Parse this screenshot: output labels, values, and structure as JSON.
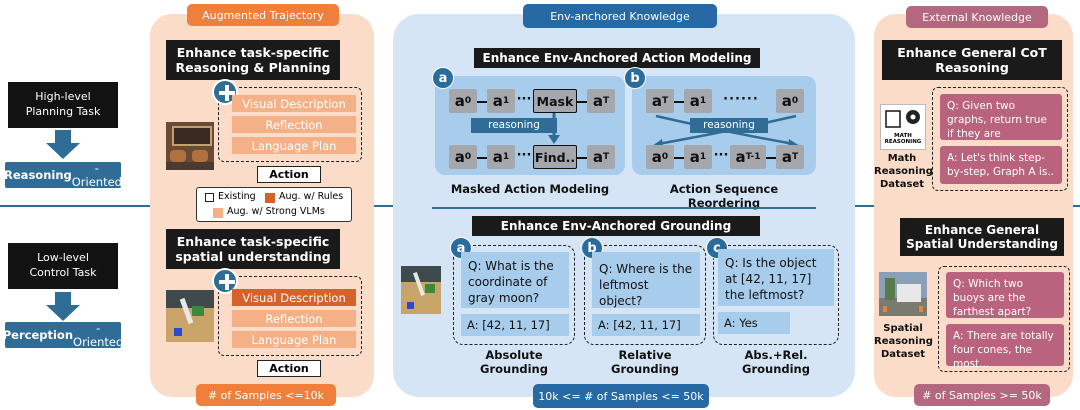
{
  "colors": {
    "orange_header": "#ef7f3b",
    "orange_panel": "#fbdcc8",
    "blue_header": "#2669a5",
    "blue_panel": "#d5e5f5",
    "pink_header": "#b4687f",
    "pink_panel": "#fbdcc8",
    "left_blue": "#2f6d96",
    "divider": "#2f6d96"
  },
  "left": {
    "high_task": "High-level\nPlanning Task",
    "reasoning_bold": "Reasoning",
    "reasoning_rest": "-Oriented",
    "low_task": "Low-level\nControl Task",
    "perception_bold": "Perception",
    "perception_rest": "-Oriented"
  },
  "augmented": {
    "header": "Augmented Trajectory",
    "box1_title": "Enhance task-specific\nReasoning & Planning",
    "box1_items": [
      "Visual Description",
      "Reflection",
      "Language Plan"
    ],
    "box1_action": "Action",
    "legend": {
      "existing": "Existing",
      "rules": "Aug. w/ Rules",
      "vlms": "Aug. w/ Strong VLMs"
    },
    "box2_title": "Enhance task-specific\nspatial understanding",
    "box2_items": [
      "Visual Description",
      "Reflection",
      "Language Plan"
    ],
    "box2_action": "Action",
    "samples": "# of Samples  <=10k",
    "plus_icon": "plus-icon"
  },
  "env": {
    "header": "Env-anchored Knowledge",
    "action_title": "Enhance Env-Anchored Action Modeling",
    "masked": {
      "badge": "a",
      "row1": [
        "a",
        "0",
        "a",
        "1",
        "Mask",
        "a",
        "T"
      ],
      "row2": [
        "a",
        "0",
        "a",
        "1",
        "Find..",
        "a",
        "T"
      ],
      "reasoning": "reasoning",
      "dots": "···",
      "caption": "Masked Action Modeling"
    },
    "reorder": {
      "badge": "b",
      "row1": [
        "a",
        "T",
        "a",
        "1",
        "a",
        "0"
      ],
      "row2": [
        "a",
        "0",
        "a",
        "1",
        "a",
        "T-1",
        "a",
        "T"
      ],
      "reasoning": "reasoning",
      "dots": "······",
      "caption": "Action Sequence Reordering"
    },
    "grounding_title": "Enhance Env-Anchored Grounding",
    "grounding": [
      {
        "badge": "a",
        "q": "Q: What is the coordinate of gray moon?",
        "a": "A: [42, 11, 17]",
        "caption": "Absolute\nGrounding"
      },
      {
        "badge": "b",
        "q": "Q: Where is the leftmost object?",
        "a": "A: [42, 11, 17]",
        "caption": "Relative\nGrounding"
      },
      {
        "badge": "c",
        "q": "Q: Is the object at [42, 11, 17] the leftmost?",
        "a": "A: Yes",
        "caption": "Abs.+Rel.\nGrounding"
      }
    ],
    "samples": "10k <= # of Samples <= 50k"
  },
  "external": {
    "header": "External Knowledge",
    "cot_title": "Enhance General CoT\nReasoning",
    "math_icon_text": "MATH\nREASONING",
    "math_caption": "Math\nReasoning\nDataset",
    "math_q": "Q: Given two graphs, return true if they are isomorphic...",
    "math_a": "A: Let's think step-by-step, Graph A is..",
    "spatial_title": "Enhance General\nSpatial Understanding",
    "spatial_caption": "Spatial\nReasoning\nDataset",
    "spatial_q": "Q: Which two buoys are the farthest apart?",
    "spatial_a": "A: There are totally four cones, the most...",
    "samples": "# of Samples  >= 50k"
  }
}
